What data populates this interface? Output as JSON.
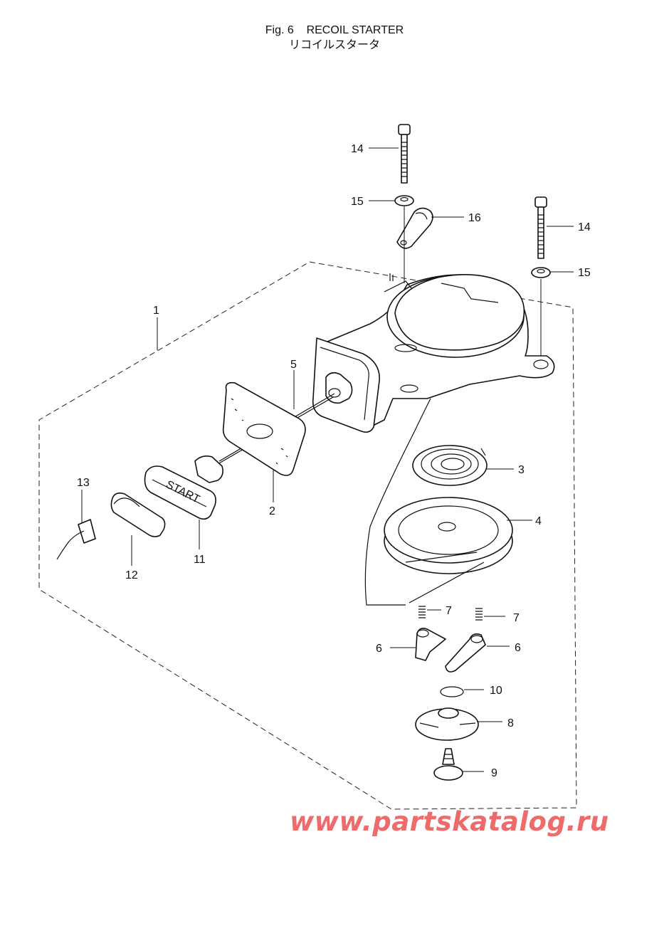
{
  "figure": {
    "number": "Fig. 6",
    "title": "RECOIL STARTER",
    "title_jp": "リコイルスタータ"
  },
  "callouts": {
    "c1": "1",
    "c2": "2",
    "c3": "3",
    "c4": "4",
    "c5": "5",
    "c6a": "6",
    "c6b": "6",
    "c7a": "7",
    "c7b": "7",
    "c8": "8",
    "c9": "9",
    "c10": "10",
    "c11": "11",
    "c12": "12",
    "c13": "13",
    "c14a": "14",
    "c14b": "14",
    "c15a": "15",
    "c15b": "15",
    "c16": "16"
  },
  "handle_text": "START",
  "watermark": "www.partskatalog.ru"
}
